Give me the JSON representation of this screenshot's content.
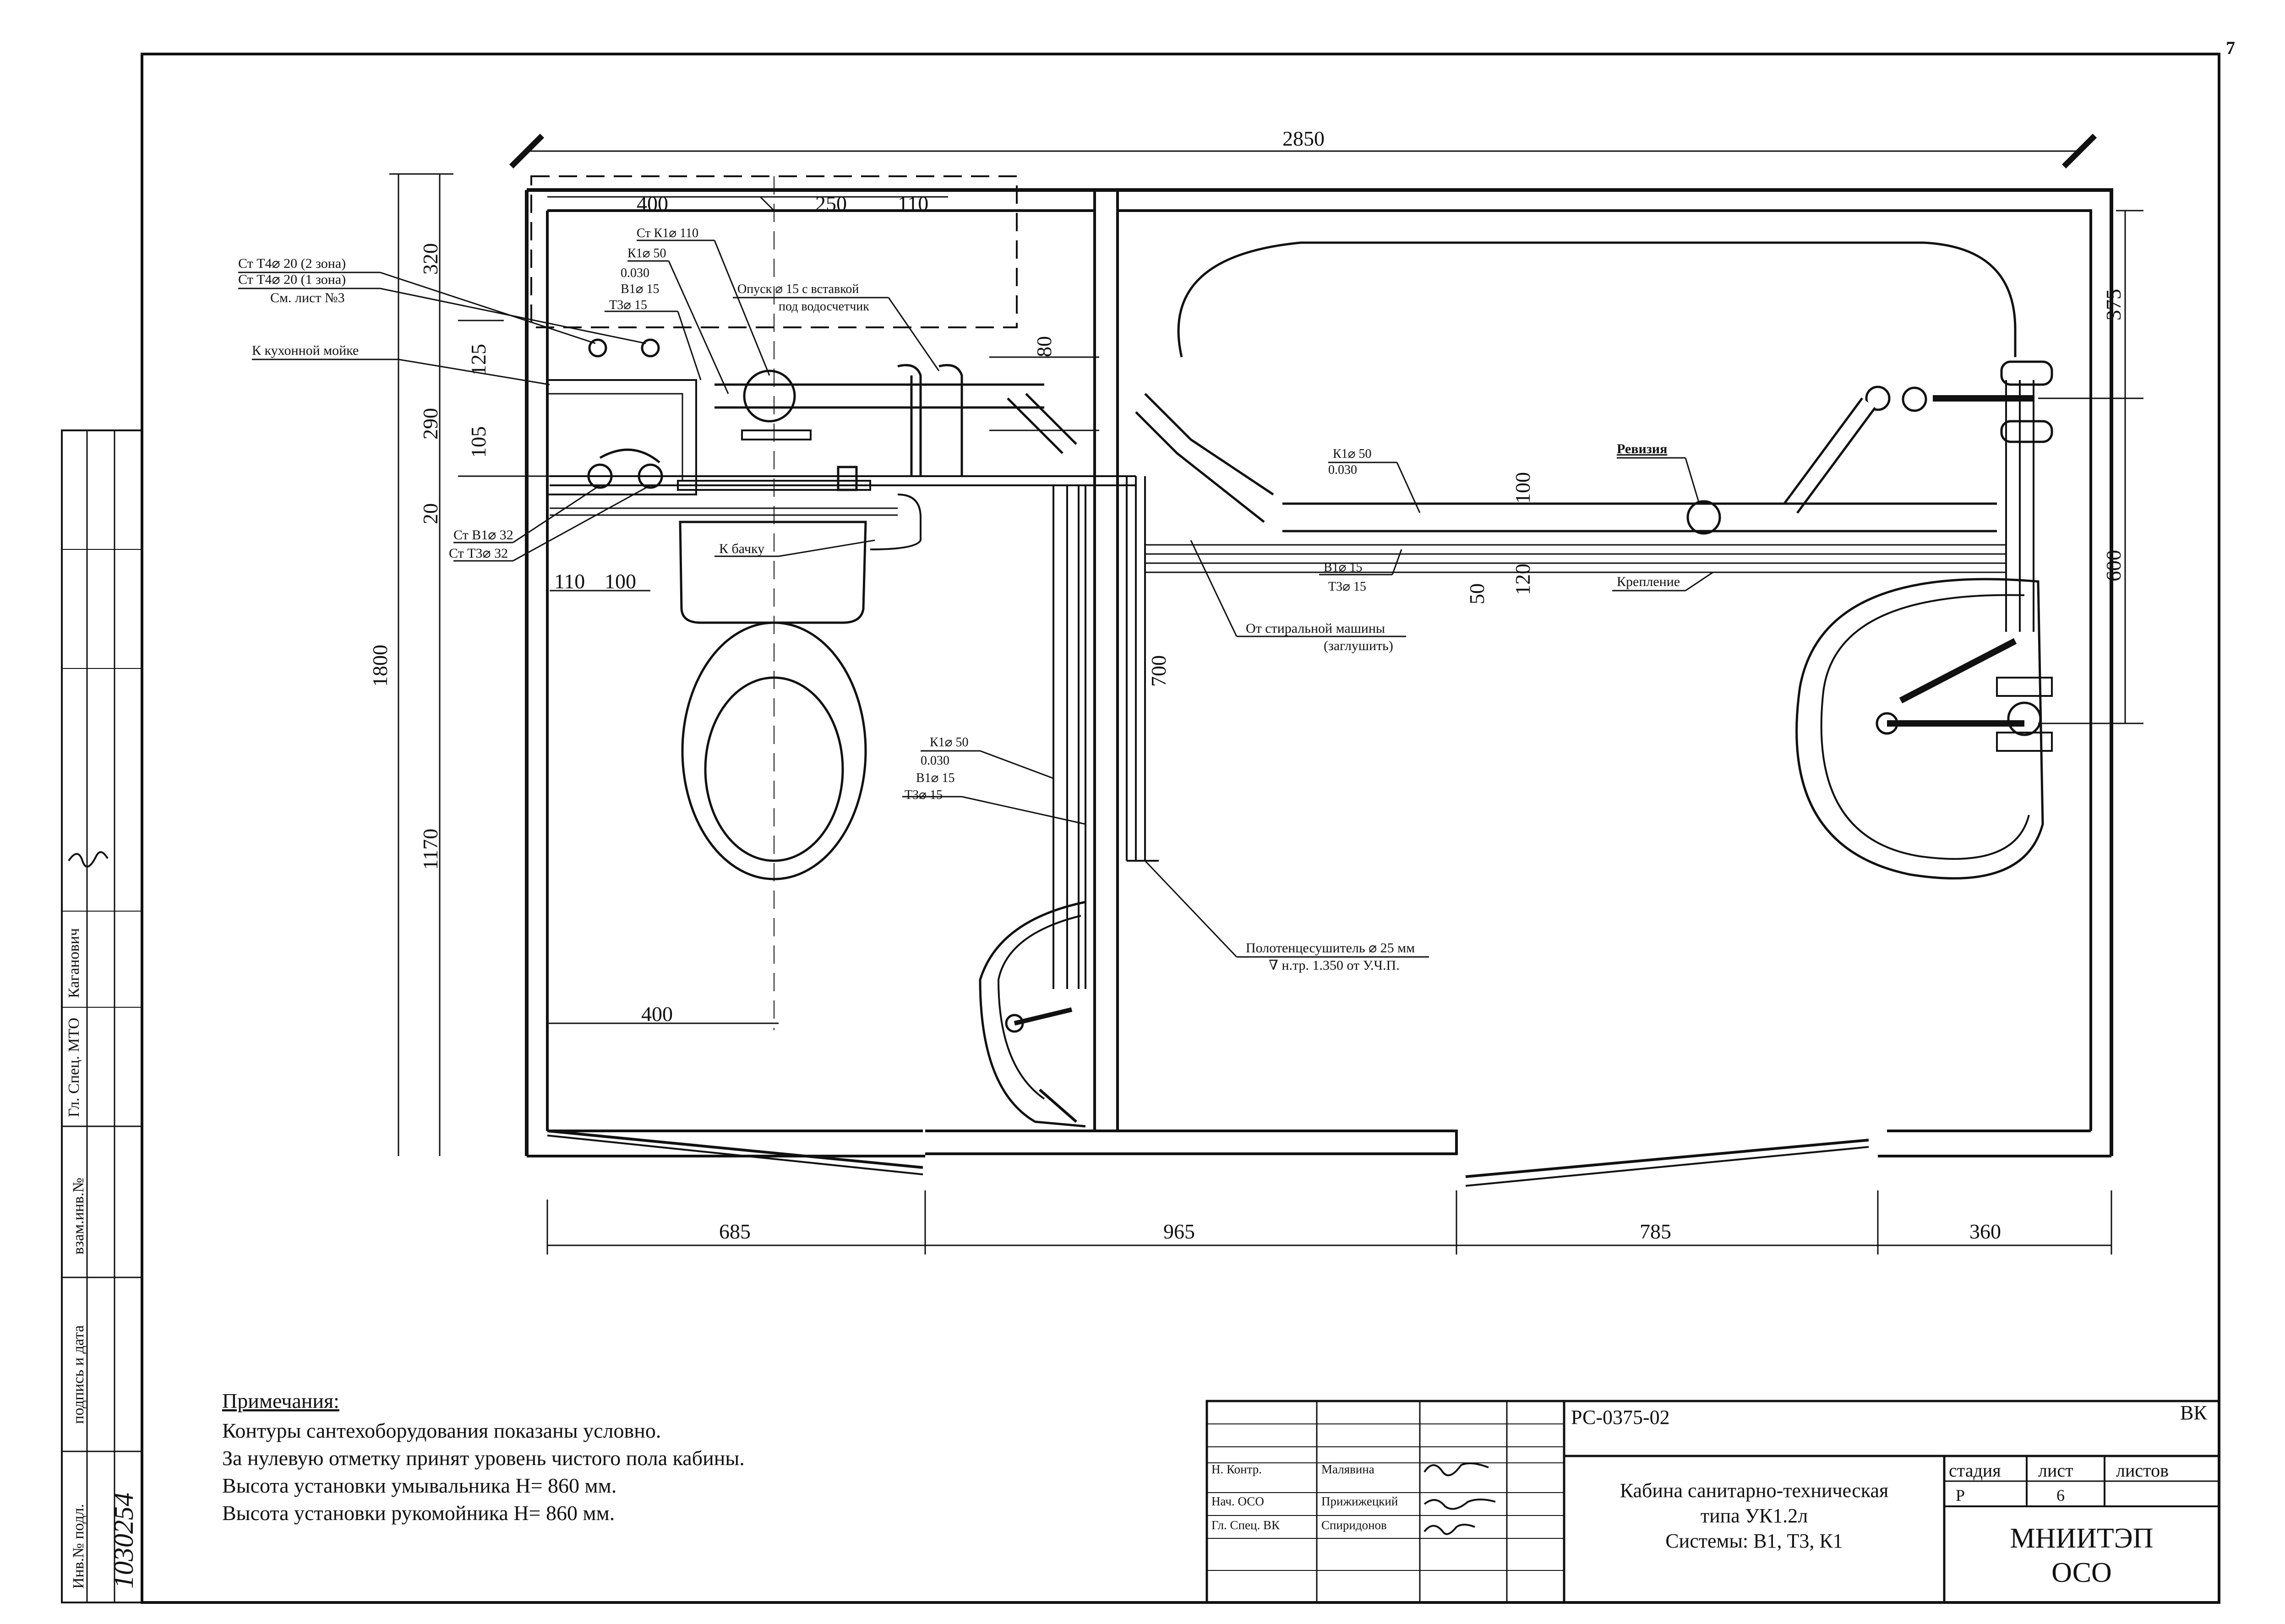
{
  "page_number": "7",
  "dimensions": {
    "overall_width": "2850",
    "top_400": "400",
    "top_250": "250",
    "top_110": "110",
    "left_320": "320",
    "left_125": "125",
    "left_290": "290",
    "left_105": "105",
    "left_20": "20",
    "left_1800": "1800",
    "left_1170": "1170",
    "d_110": "110",
    "d_100": "100",
    "d_400_bottom": "400",
    "d_80": "80",
    "d_700": "700",
    "d_100_mid": "100",
    "d_120": "120",
    "d_50": "50",
    "right_375": "375",
    "right_600": "600",
    "bottom_685": "685",
    "bottom_965": "965",
    "bottom_785": "785",
    "bottom_360": "360"
  },
  "labels": {
    "st_t4_2zone": "Ст Т4⌀ 20 (2 зона)",
    "st_t4_1zone": "Ст Т4⌀ 20 (1 зона)",
    "see_sheet3": "См. лист №3",
    "kitchen_sink": "К кухонной мойке",
    "st_k1_110": "Ст К1⌀ 110",
    "k1_50_a": "К1⌀ 50",
    "slope_a": "0.030",
    "b1_15_a": "В1⌀ 15",
    "t3_15_a": "Т3⌀ 15",
    "opusk_1": "Опуск ⌀ 15 с вставкой",
    "opusk_2": "под водосчетчик",
    "st_b1_32": "Ст В1⌀ 32",
    "st_t3_32": "Ст Т3⌀ 32",
    "to_tank": "К бачку",
    "k1_50_b": "К1⌀ 50",
    "slope_b": "0.030",
    "b1_15_b": "В1⌀ 15",
    "t3_15_b": "Т3⌀ 15",
    "revision": "Ревизия",
    "fastening": "Крепление",
    "washer_1": "От стиральной машины",
    "washer_2": "(заглушить)",
    "k1_50_c": "К1⌀ 50",
    "slope_c": "0.030",
    "b1_15_c": "В1⌀ 15",
    "t3_15_c": "Т3⌀ 15",
    "towel_1": "Полотенцесушитель ⌀ 25 мм",
    "towel_2": "∇ н.тр. 1.350 от У.Ч.П."
  },
  "notes": {
    "title": "Примечания:",
    "line1": "Контуры сантехоборудования показаны условно.",
    "line2": "За нулевую отметку принят уровень чистого пола кабины.",
    "line3": "Высота установки умывальника Н= 860 мм.",
    "line4": "Высота установки рукомойника Н= 860 мм."
  },
  "side_stamp": {
    "inv_podl": "Инв.№ подл.",
    "podpis": "подпись и дата",
    "vzam": "взам.инв.№",
    "gl_spec": "Гл. Спец. МТО",
    "name": "Каганович",
    "inv_number": "1030254"
  },
  "title_block": {
    "doc_code": "РС-0375-02",
    "section": "ВК",
    "role1": "Н. Контр.",
    "name1": "Малявина",
    "role2": "Нач. ОСО",
    "name2": "Прижижецкий",
    "role3": "Гл. Спец. ВК",
    "name3": "Спиридонов",
    "title_line1": "Кабина санитарно-техническая",
    "title_line2": "типа УК1.2л",
    "title_line3": "Системы: В1, Т3, К1",
    "stage_hdr": "стадия",
    "sheet_hdr": "лист",
    "sheets_hdr": "листов",
    "stage": "Р",
    "sheet": "6",
    "org_line1": "МНИИТЭП",
    "org_line2": "ОСО"
  }
}
